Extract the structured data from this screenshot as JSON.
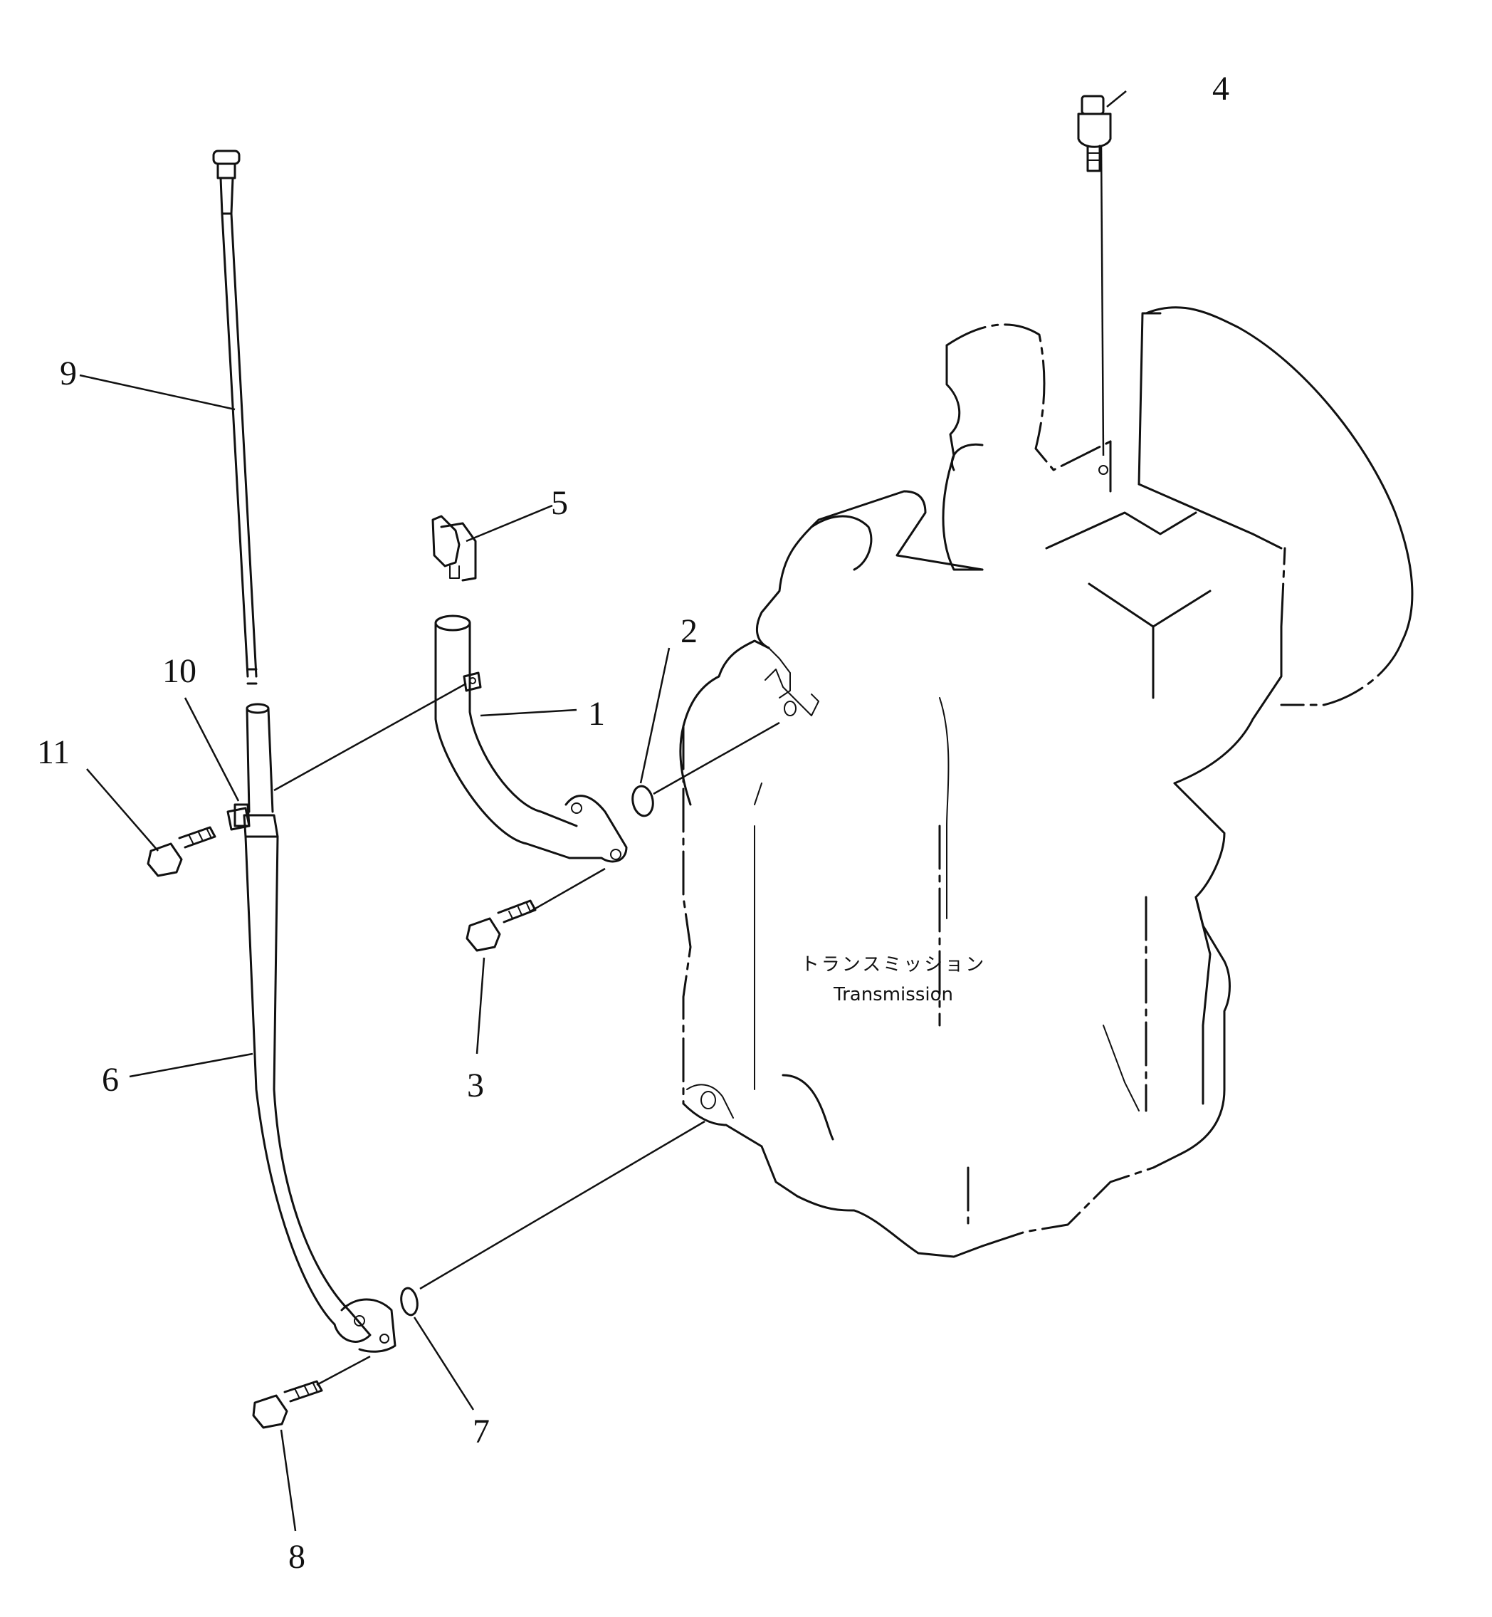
{
  "housing": {
    "label_jp": "トランスミッション",
    "label_en": "Transmission"
  },
  "callouts": [
    {
      "id": "1",
      "text": "1"
    },
    {
      "id": "2",
      "text": "2"
    },
    {
      "id": "3",
      "text": "3"
    },
    {
      "id": "4",
      "text": "4"
    },
    {
      "id": "5",
      "text": "5"
    },
    {
      "id": "6",
      "text": "6"
    },
    {
      "id": "7",
      "text": "7"
    },
    {
      "id": "8",
      "text": "8"
    },
    {
      "id": "9",
      "text": "9"
    },
    {
      "id": "10",
      "text": "10"
    },
    {
      "id": "11",
      "text": "11"
    }
  ],
  "colors": {
    "line": "#111111",
    "background": "#ffffff"
  }
}
